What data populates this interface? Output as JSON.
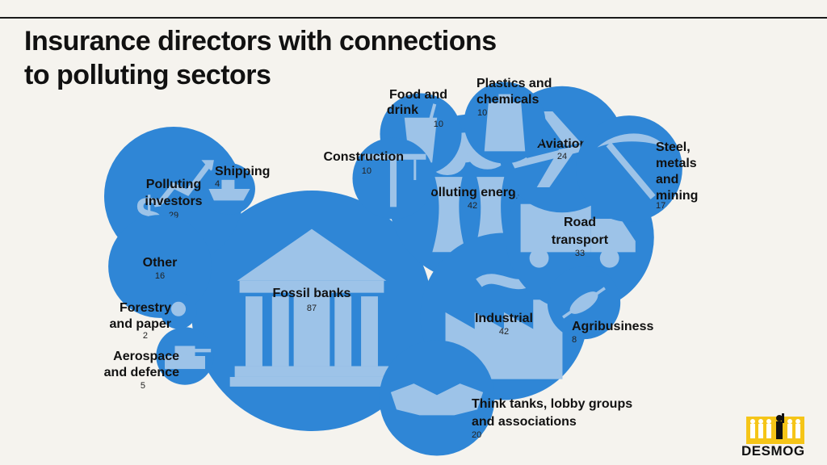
{
  "title": "Insurance directors with connections to polluting sectors",
  "title_lines": [
    "Insurance directors with connections",
    "to polluting sectors"
  ],
  "logo_text": "DESMOG",
  "colors": {
    "bubble": "#2f86d6",
    "icon": "#9dc3e8",
    "background": "#f5f3ee",
    "logo_yellow": "#f5c518"
  },
  "chart_data": {
    "type": "bubble",
    "title": "Insurance directors with connections to polluting sectors",
    "items": [
      {
        "label": "Fossil banks",
        "value": 87,
        "icon": "bank-icon"
      },
      {
        "label": "Polluting energy",
        "value": 42,
        "icon": "power-plant-icon"
      },
      {
        "label": "Industrial",
        "value": 42,
        "icon": "factory-icon"
      },
      {
        "label": "Road transport",
        "value": 33,
        "icon": "truck-icon"
      },
      {
        "label": "Polluting investors",
        "value": 29,
        "icon": "money-chart-icon"
      },
      {
        "label": "Aviation",
        "value": 24,
        "icon": "airplane-icon"
      },
      {
        "label": "Think tanks, lobby groups and associations",
        "value": 20,
        "icon": "handshake-icon"
      },
      {
        "label": "Steel, metals and mining",
        "value": 17,
        "icon": "pickaxe-icon"
      },
      {
        "label": "Other",
        "value": 16,
        "icon": ""
      },
      {
        "label": "Food and drink",
        "value": 10,
        "icon": "cup-icon"
      },
      {
        "label": "Plastics and chemicals",
        "value": 10,
        "icon": "bottle-icon"
      },
      {
        "label": "Construction",
        "value": 10,
        "icon": "crane-icon"
      },
      {
        "label": "Agribusiness",
        "value": 8,
        "icon": "wheat-icon"
      },
      {
        "label": "Aerospace and defence",
        "value": 5,
        "icon": "tank-icon"
      },
      {
        "label": "Shipping",
        "value": 4,
        "icon": "ship-icon"
      },
      {
        "label": "Forestry and paper",
        "value": 2,
        "icon": "tree-icon"
      }
    ]
  }
}
